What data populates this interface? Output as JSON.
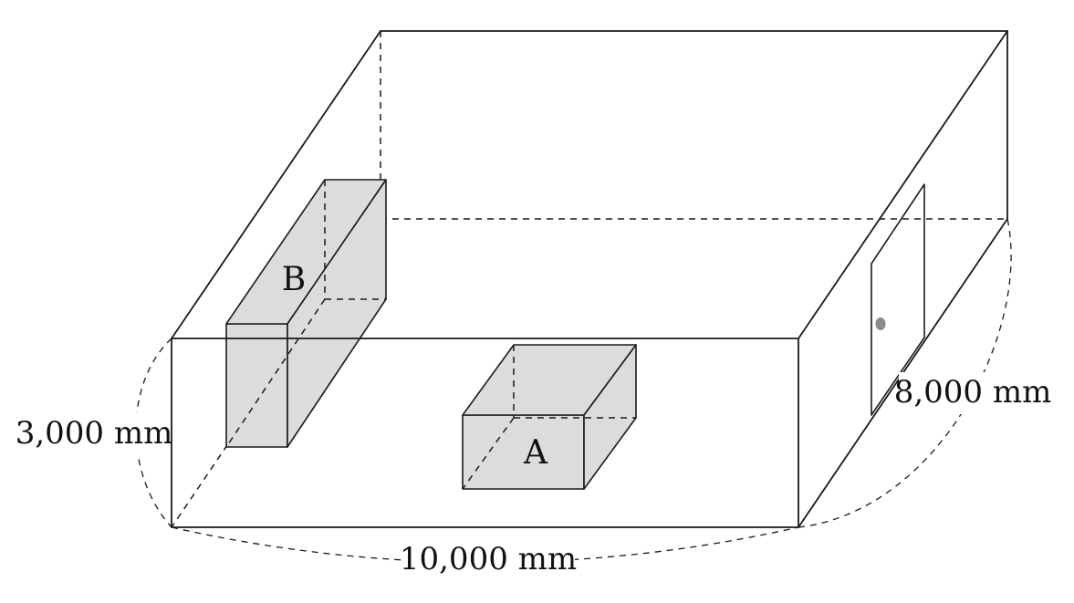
{
  "dimensions": {
    "height": "3,000 mm",
    "length": "10,000 mm",
    "depth": "8,000 mm"
  },
  "objects": {
    "box_a": "A",
    "box_b": "B"
  },
  "colors": {
    "box_fill": "#dcdcdc",
    "door_knob": "#8a8a8a",
    "line": "#1a1a1a"
  }
}
